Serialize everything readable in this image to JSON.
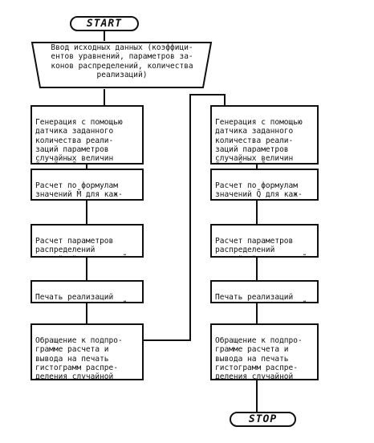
{
  "terminals": {
    "start": "START",
    "stop": "STOP"
  },
  "input": {
    "text": "Ввод исходных данных (коэффици-\nентов уравнений, параметров за-\nконов распределений, количества\nреализаций)"
  },
  "left_column": {
    "generate": "Генерация с помощью\nдатчика заданного\nколичества реали-\nзаций параметров\nслучайных величин\nk̃p, k̃s, k̃t",
    "compute": "Расчет по формулам\nзначений M̃ для каж-\nдой реализации",
    "distribution": "Расчет параметров\nраспределений\nслучайной величины M̃",
    "print": "Печать реализаций\nслучайной величины M̃",
    "histogram": "Обращение к подпро-\nграмме расчета и\nвывода на печать\nгистограмм распре-\nделения случайной\nвеличины M̃"
  },
  "right_column": {
    "generate": "Генерация с помощью\nдатчика заданного\nколичества реали-\nзаций параметров\nслучайных величин\nk̃sw, k̃pw, k̃st",
    "compute": "Расчет по формулам\nзначений Q̃ для каж-\nдой реализации",
    "distribution": "Расчет параметров\nраспределений\nслучайной величины Q̃",
    "print": "Печать реализаций\nслучайной величины Q̃",
    "histogram": "Обращение к подпро-\nграмме расчета и\nвывода на печать\nгистограмм распре-\nделения случайной\nвеличины Q̃"
  }
}
